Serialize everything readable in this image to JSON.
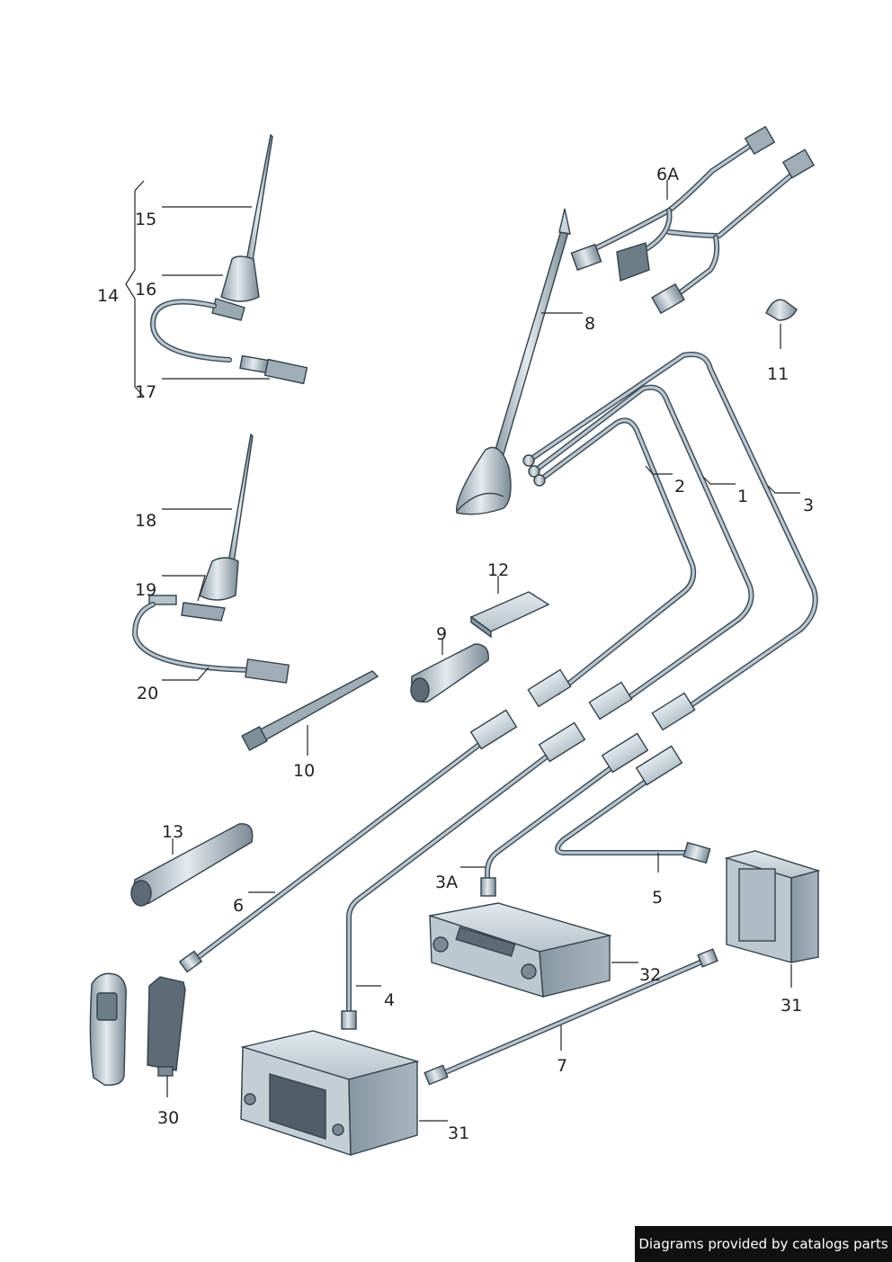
{
  "diagram": {
    "callouts": {
      "c15": "15",
      "c16": "16",
      "c14": "14",
      "c17": "17",
      "c18": "18",
      "c19": "19",
      "c20": "20",
      "c6A": "6A",
      "c8": "8",
      "c11": "11",
      "c2": "2",
      "c1": "1",
      "c3": "3",
      "c12": "12",
      "c9": "9",
      "c10": "10",
      "c13": "13",
      "c6": "6",
      "c3A": "3A",
      "c5": "5",
      "c4": "4",
      "c32": "32",
      "c31a": "31",
      "c7": "7",
      "c30": "30",
      "c31b": "31"
    }
  },
  "footer": {
    "credit": "Diagrams provided by catalogs parts"
  },
  "colors": {
    "part_fill": "#c9d4dc",
    "part_dark": "#7d8d99",
    "outline": "#33414b",
    "credit_bg": "#111111"
  }
}
